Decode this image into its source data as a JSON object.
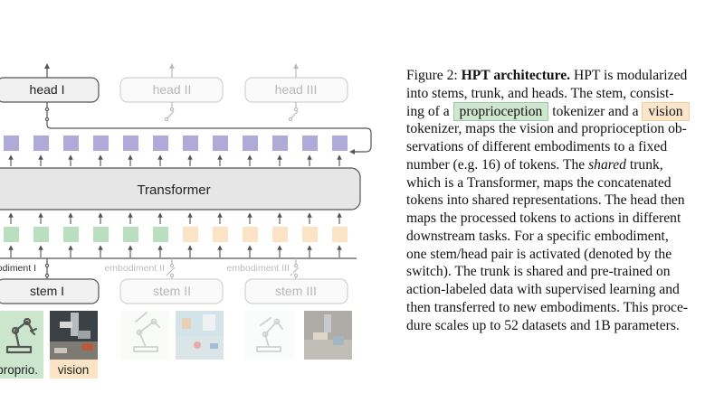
{
  "diagram": {
    "heads": [
      "head I",
      "head II",
      "head III"
    ],
    "trunk_label": "Transformer",
    "embodiments": [
      "embodiment I",
      "embodiment II",
      "embodiment III"
    ],
    "stems": [
      "stem I",
      "stem II",
      "stem III"
    ],
    "inputs": [
      "proprio.",
      "vision"
    ],
    "colors": {
      "token_purple": "#afaad8",
      "token_green": "#b9dfbf",
      "token_orange": "#fbe3c5",
      "box_fill": "#f1f1f1",
      "box_border": "#555555",
      "faded_border": "#cfcfcf"
    },
    "icons": [
      "robot-arm-icon",
      "robot-photo",
      "robot-arm-outline-icon",
      "scene-photo"
    ]
  },
  "caption": {
    "figure_label": "Figure 2:",
    "title": "HPT architecture.",
    "l1": "HPT is modularized",
    "l2": "into stems, trunk, and heads.  The stem, consist-",
    "l3a": "ing of a",
    "l3_hl1": "proprioception",
    "l3b": "tokenizer and a",
    "l3_hl2": "vision",
    "l4": "tokenizer, maps the vision and proprioception ob-",
    "l5": "servations of different embodiments to a fixed",
    "l6a": "number (e.g.  16) of tokens.  The",
    "l6_em": "shared",
    "l6b": "trunk,",
    "l7": "which is a Transformer, maps the concatenated",
    "l8": "tokens into shared representations. The head then",
    "l9": "maps the processed tokens to actions in different",
    "l10": "downstream tasks.  For a specific embodiment,",
    "l11": "one stem/head pair is activated (denoted by the",
    "l12": "switch). The trunk is shared and pre-trained on",
    "l13": "action-labeled data with supervised learning and",
    "l14": "then transferred to new embodiments. This proce-",
    "l15": "dure scales up to 52 datasets and 1B parameters."
  }
}
